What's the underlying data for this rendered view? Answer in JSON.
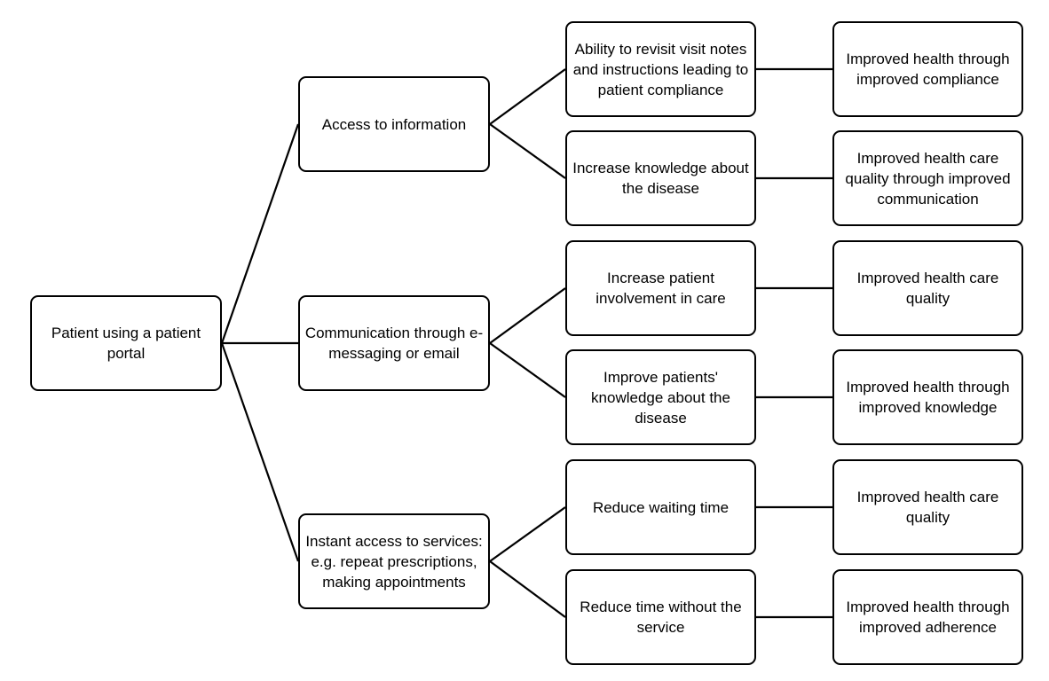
{
  "root": {
    "text": "Patient using a patient portal"
  },
  "branches": [
    {
      "text": "Access to information",
      "mechanisms": [
        {
          "text": "Ability to revisit visit notes and instructions leading to patient compliance",
          "outcome": "Improved health through improved compliance"
        },
        {
          "text": "Increase knowledge about the disease",
          "outcome": "Improved health care quality through improved communication"
        }
      ]
    },
    {
      "text": "Communication through e-messaging or email",
      "mechanisms": [
        {
          "text": "Increase patient involvement in care",
          "outcome": "Improved health care quality"
        },
        {
          "text": "Improve patients' knowledge about the disease",
          "outcome": "Improved health through improved knowledge"
        }
      ]
    },
    {
      "text": "Instant access to services: e.g. repeat prescriptions, making appointments",
      "mechanisms": [
        {
          "text": "Reduce waiting time",
          "outcome": "Improved health care quality"
        },
        {
          "text": "Reduce time without the service",
          "outcome": "Improved health through improved adherence"
        }
      ]
    }
  ]
}
